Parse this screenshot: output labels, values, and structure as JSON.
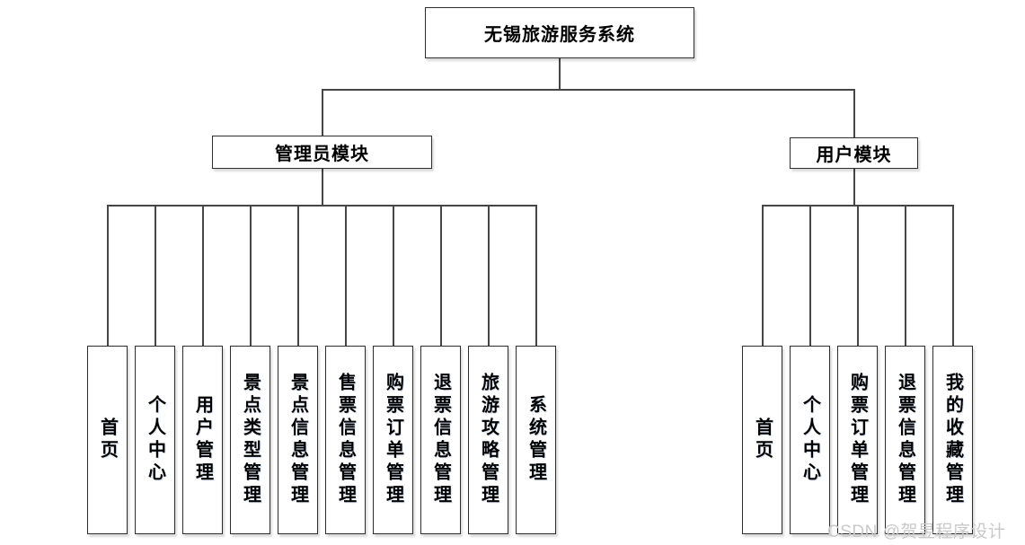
{
  "colors": {
    "line": "#464646",
    "border": "#2d2d2d",
    "fill": "#ffffff",
    "text": "#000000",
    "watermark": "#c9c9c9"
  },
  "diagram": {
    "root": {
      "label": "无锡旅游服务系统"
    },
    "modules": [
      {
        "label": "管理员模块",
        "children": [
          "首页",
          "个人中心",
          "用户管理",
          "景点类型管理",
          "景点信息管理",
          "售票信息管理",
          "购票订单管理",
          "退票信息管理",
          "旅游攻略管理",
          "系统管理"
        ]
      },
      {
        "label": "用户模块",
        "children": [
          "首页",
          "个人中心",
          "购票订单管理",
          "退票信息管理",
          "我的收藏管理"
        ]
      }
    ]
  },
  "watermark": {
    "text": "CSDN @贺昱程序设计"
  }
}
